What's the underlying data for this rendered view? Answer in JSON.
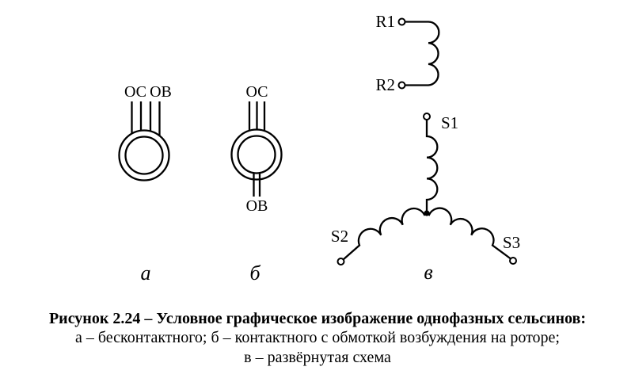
{
  "colors": {
    "ink": "#000000",
    "background": "#ffffff"
  },
  "figure": {
    "part_a": {
      "caption_letter": "а",
      "label_oc": "ОС",
      "label_ov": "ОВ"
    },
    "part_b": {
      "caption_letter": "б",
      "label_oc": "ОС",
      "label_ov": "ОВ"
    },
    "part_v": {
      "caption_letter": "в",
      "label_r1": "R1",
      "label_r2": "R2",
      "label_s1": "S1",
      "label_s2": "S2",
      "label_s3": "S3"
    }
  },
  "caption": {
    "title": "Рисунок 2.24 – Условное графическое изображение однофазных сельсинов:",
    "line2": "а – бесконтактного; б – контактного с обмоткой возбуждения на роторе;",
    "line3": "в – развёрнутая схема"
  }
}
